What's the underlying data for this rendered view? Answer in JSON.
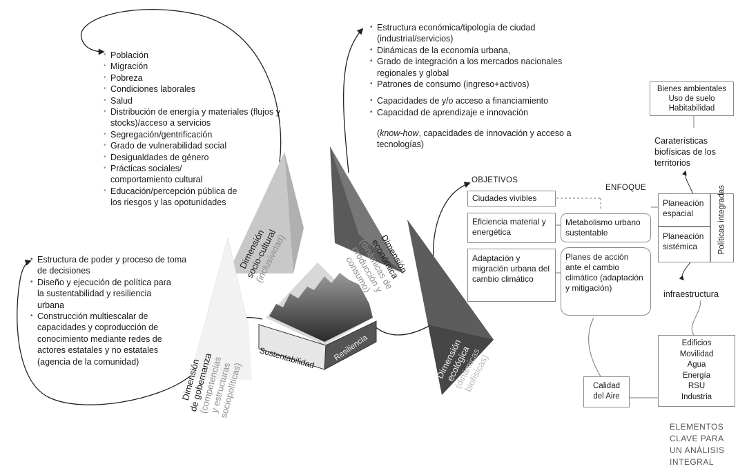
{
  "socio_list": [
    "Población",
    "Migración",
    "Pobreza",
    "Condiciones laborales",
    "Salud",
    "Distribución de energía y materiales (flujos y stocks)/acceso a servicios",
    "Segregación/gentrificación",
    "Grado de vulnerabilidad social",
    "Desigualdades de género",
    "Prácticas sociales/ comportamiento cultural",
    "Educación/percepción pública de los riesgos y las opotunidades"
  ],
  "econ_list": [
    "Estructura económica/tipología de ciudad (industrial/servicios)",
    "Dinámicas de la economía urbana,",
    "Grado de integración a los mercados nacionales regionales y global",
    "Patrones de consumo (ingreso+activos)"
  ],
  "econ_list2": [
    "Capacidades de y/o acceso a financiamiento",
    "Capacidad de aprendizaje e innovación"
  ],
  "econ_list2_note_italic": "know-how",
  "econ_list2_note_rest": ", capacidades de innovación y acceso a tecnologías)",
  "econ_list2_note_open": "(",
  "gov_list": [
    "Estructura de poder y proceso de toma de decisiones",
    "Diseño y ejecución de política para la sustentabilidad y resiliencia urbana",
    "Construcción multiescalar de capacidades y coproducción de conocimiento mediante redes de actores estatales y no estatales (agencia de la comunidad)"
  ],
  "dims": {
    "socio": {
      "title1": "Dimensión",
      "title2": "socio-cultural",
      "sub": "(inclusividad)"
    },
    "econ": {
      "title1": "Dimensión",
      "title2": "económica",
      "sub1": "(dinámicas de",
      "sub2": "producción y",
      "sub3": "consumo)"
    },
    "gov": {
      "title1": "Dimensión",
      "title2": "de gobernanza",
      "sub1": "(competencias",
      "sub2": "y estructuras",
      "sub3": "sociopolíticas)"
    },
    "eco": {
      "title1": "Dimensión",
      "title2": "ecológica",
      "sub1": "(dinámicas",
      "sub2": "biofísicas)"
    }
  },
  "center": {
    "left": "Sustentabilidad",
    "right": "Resiliencia"
  },
  "objetivos_label": "OBJETIVOS",
  "enfoque_label": "ENFOQUE",
  "objetivos": [
    "Ciudades vivibles",
    "Eficiencia material y energética",
    "Adaptación y migración urbana del cambio climático"
  ],
  "enfoque": [
    "Metabolismo urbano sustentable",
    "Planes de acción ante el cambio climático (adaptación y mitigación)"
  ],
  "planeacion": [
    "Planeación espacial",
    "Planeación sistémica"
  ],
  "politicas": "Políticas integradas",
  "bienes": [
    "Bienes ambientales",
    "Uso de suelo",
    "Habitabilidad"
  ],
  "caracteristicas": "Caraterísticas biofísicas de los territorios",
  "infraestructura": "infraestructura",
  "edificios": [
    "Edificios",
    "Movilidad",
    "Agua",
    "Energía",
    "RSU",
    "Industria"
  ],
  "calidad": "Calidad del Aire",
  "elementos": [
    "ELEMENTOS",
    "CLAVE PARA",
    "UN ANÁLISIS",
    "INTEGRAL"
  ]
}
